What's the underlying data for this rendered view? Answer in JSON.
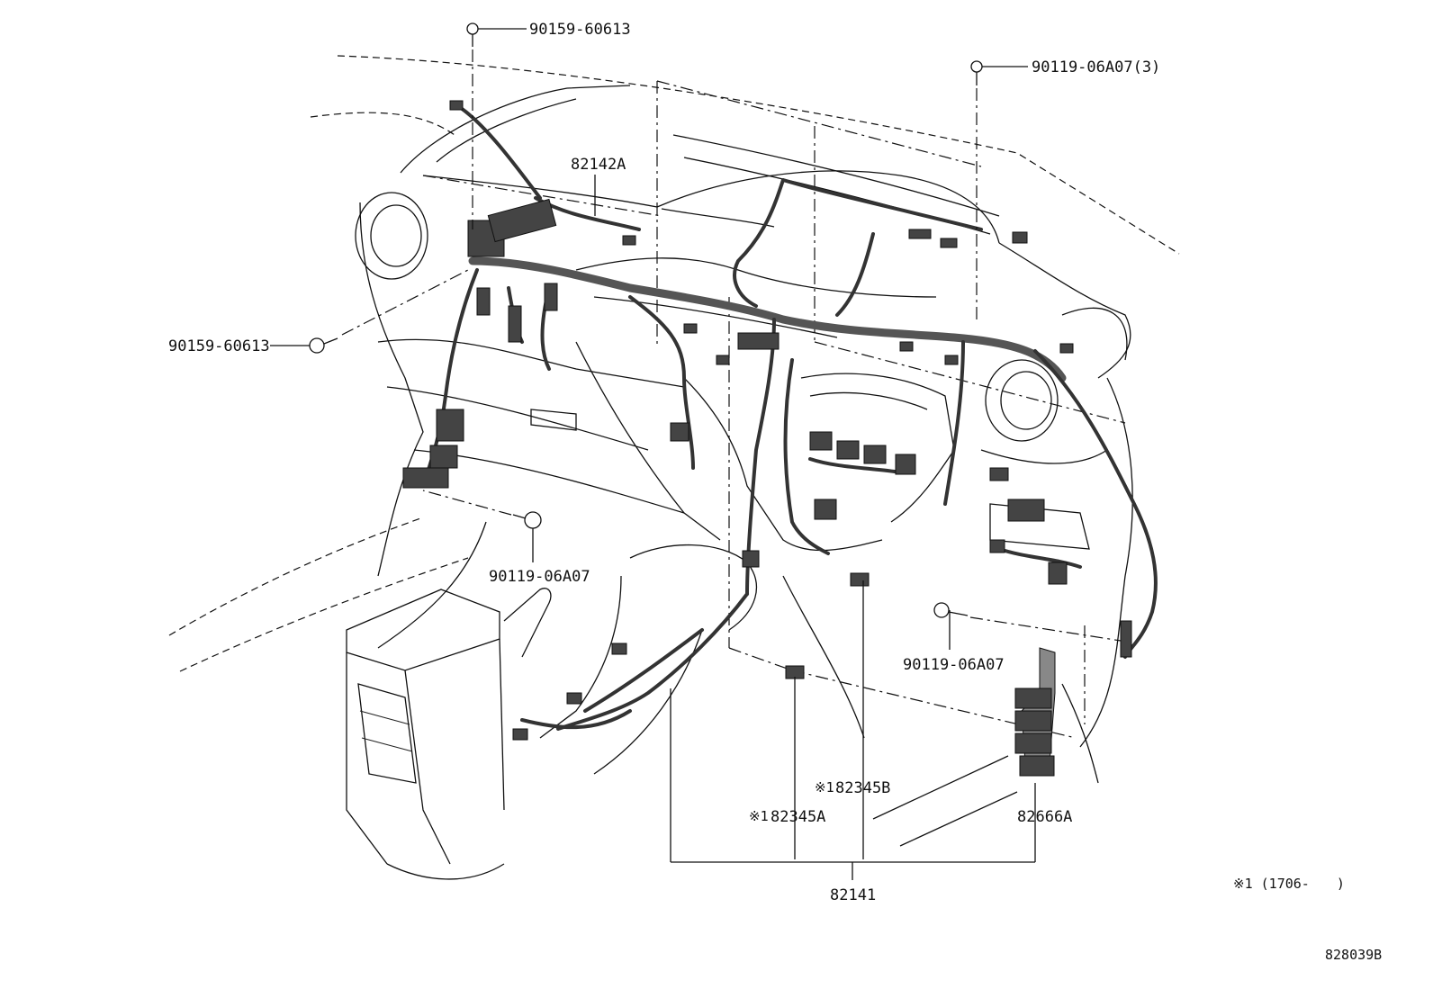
{
  "callouts": {
    "bolt_top_left": "90159-60613",
    "bolt_top_right": "90119-06A07(3)",
    "harness_upper": "82142A",
    "bolt_left": "90159-60613",
    "bolt_lower_left": "90119-06A07",
    "bolt_lower_right": "90119-06A07",
    "connector_b": "82345B",
    "connector_a": "82345A",
    "relay_block": "82666A",
    "main_harness": "82141"
  },
  "marks": {
    "note_b": "※1",
    "note_a": "※1"
  },
  "footnote": "※1 (1706-　　)",
  "diagram_id": "828039B"
}
